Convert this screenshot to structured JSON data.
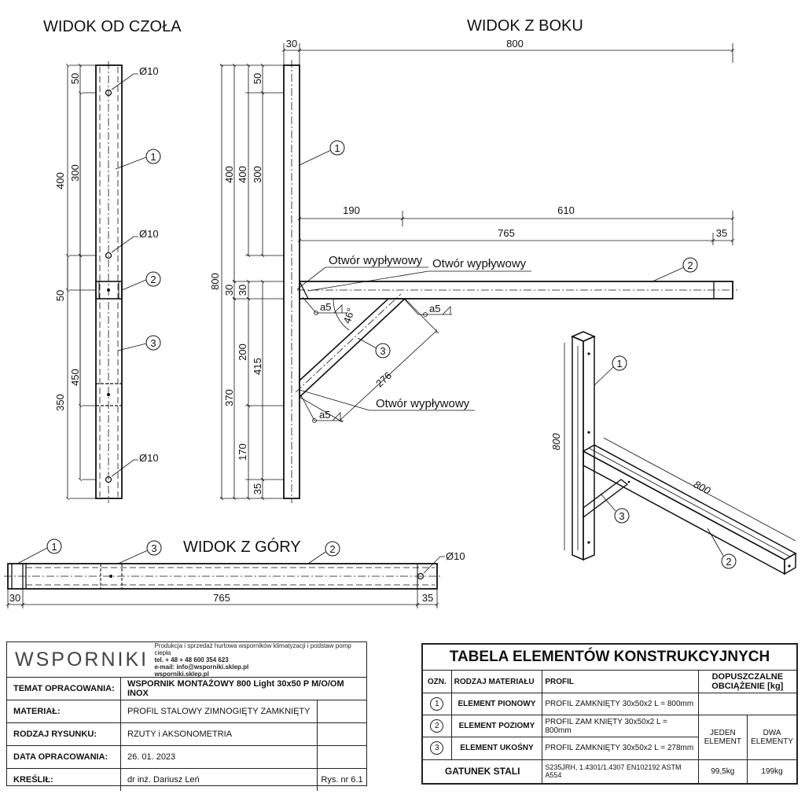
{
  "views": {
    "front": "WIDOK OD CZOŁA",
    "side": "WIDOK Z BOKU",
    "top": "WIDOK Z GÓRY"
  },
  "front_dims": {
    "d400": "400",
    "d50a": "50",
    "d300": "300",
    "d50b": "50",
    "d450": "450",
    "d350": "350",
    "hole1": "Ø10",
    "hole2": "Ø10",
    "hole3": "Ø10"
  },
  "side_dims": {
    "w30": "30",
    "w800": "800",
    "d190": "190",
    "d610": "610",
    "d765": "765",
    "d35": "35",
    "h800": "800",
    "h400a": "400",
    "h400b": "400",
    "h50": "50",
    "h300": "300",
    "h30a": "30",
    "h30b": "30",
    "h200": "200",
    "h415": "415",
    "h370": "370",
    "h170": "170",
    "h35": "35",
    "d276": "276",
    "angle": "46°",
    "weld1": "a5",
    "weld2": "a5",
    "weld3": "a5",
    "otwor1": "Otwór wypływowy",
    "otwor2": "Otwór wypływowy",
    "otwor3": "Otwór wypływowy"
  },
  "top_dims": {
    "w30": "30",
    "w765": "765",
    "w35": "35",
    "hole": "Ø10"
  },
  "iso": {
    "d800a": "800",
    "d800b": "800"
  },
  "balloons": {
    "b1": "1",
    "b2": "2",
    "b3": "3"
  },
  "title_block": {
    "logo": "WSPORNIKI",
    "company_line1": "Produkcja i sprzedaż hurtowa wsporników klimatyzacji i podstaw pomp ciepła",
    "company_line2": "tel. + 48 + 48 600 354 623",
    "company_line3": "e-mail: info@wsporniki.sklep.pl",
    "company_line4": "wsporniki.sklep.pl",
    "temat_label": "TEMAT OPRACOWANIA:",
    "temat": "WSPORNIK MONTAŻOWY 800 Light 30x50 P M/O/OM INOX",
    "material_label": "MATERIAŁ:",
    "material": "PROFIL STALOWY ZIMNOGIĘTY ZAMKNIĘTY",
    "rodzaj_label": "RODZAJ RYSUNKU:",
    "rodzaj": "RZUTY i AKSONOMETRIA",
    "data_label": "DATA OPRACOWANIA:",
    "data": "26. 01. 2023",
    "kreslil_label": "KREŚLIŁ:",
    "kreslil": "dr inż. Dariusz Leń",
    "rys": "Rys. nr 6.1"
  },
  "elements_table": {
    "title": "TABELA ELEMENTÓW KONSTRUKCYJNYCH",
    "h_ozn": "OZN.",
    "h_rodzaj": "RODZAJ MATERIAŁU",
    "h_profil": "PROFIL",
    "h_obc": "DOPUSZCZALNE OBCIĄŻENIE [kg]",
    "h_jeden": "JEDEN ELEMENT",
    "h_dwa": "DWA ELEMENTY",
    "rows": [
      {
        "ozn": "1",
        "rodzaj": "ELEMENT PIONOWY",
        "profil": "PROFIL ZAMKNIĘTY 30x50x2 L = 800mm"
      },
      {
        "ozn": "2",
        "rodzaj": "ELEMENT POZIOMY",
        "profil": "PROFIL ZAM KNIĘTY 30x50x2 L = 800mm"
      },
      {
        "ozn": "3",
        "rodzaj": "ELEMENT UKOŚNY",
        "profil": "PROFIL ZAMKNIĘTY 30x50x2 L = 278mm"
      }
    ],
    "gatunek_label": "GATUNEK STALI",
    "gatunek": "S235JRH, 1.4301/1.4307  EN102192 ASTM A554",
    "jeden": "99,5kg",
    "dwa": "199kg"
  }
}
